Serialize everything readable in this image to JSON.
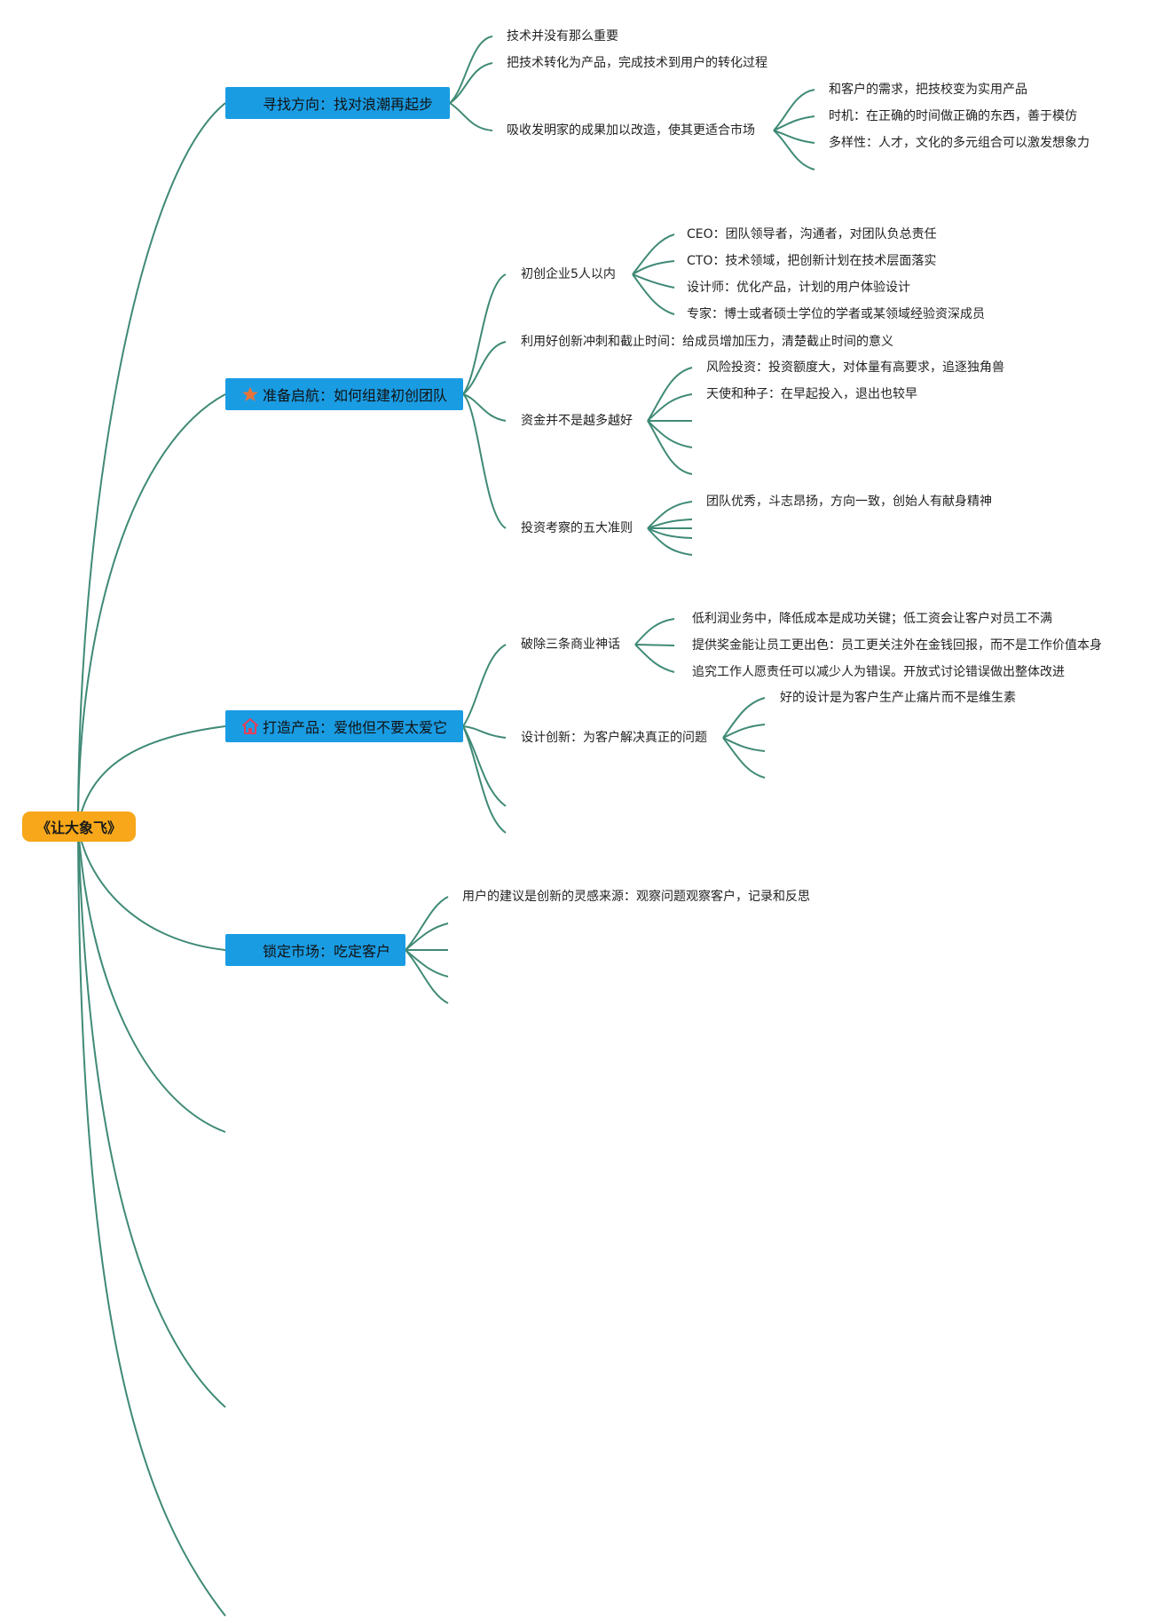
{
  "root": {
    "label": "《让大象飞》"
  },
  "branches": [
    {
      "label": "寻找方向：找对浪潮再起步",
      "icon": ""
    },
    {
      "label": "准备启航：如何组建初创团队",
      "icon": "star-icon"
    },
    {
      "label": "打造产品：爱他但不要太爱它",
      "icon": "home-icon"
    },
    {
      "label": "锁定市场：吃定客户",
      "icon": ""
    }
  ],
  "b1": {
    "items": [
      "技术并没有那么重要",
      "把技术转化为产品，完成技术到用户的转化过程",
      "吸收发明家的成果加以改造，使其更适合市场"
    ],
    "sub": [
      "和客户的需求，把技校变为实用产品",
      "时机：在正确的时间做正确的东西，善于模仿",
      "多样性：人才，文化的多元组合可以激发想象力"
    ]
  },
  "b2": {
    "items": [
      "初创企业5人以内",
      "利用好创新冲刺和截止时间：给成员增加压力，清楚截止时间的意义",
      "资金并不是越多越好",
      "投资考察的五大准则"
    ],
    "team": [
      "CEO：团队领导者，沟通者，对团队负总责任",
      "CTO：技术领域，把创新计划在技术层面落实",
      "设计师：优化产品，计划的用户体验设计",
      "专家：博士或者硕士学位的学者或某领域经验资深成员"
    ],
    "funds": [
      "风险投资：投资额度大，对体量有高要求，追逐独角兽",
      "天使和种子：在早起投入，退出也较早"
    ],
    "criteria": [
      "团队优秀，斗志昂扬，方向一致，创始人有献身精神"
    ]
  },
  "b3": {
    "items": [
      "破除三条商业神话",
      "设计创新：为客户解决真正的问题"
    ],
    "myths": [
      "低利润业务中，降低成本是成功关键；低工资会让客户对员工不满",
      "提供奖金能让员工更出色：员工更关注外在金钱回报，而不是工作价值本身",
      "追究工作人愿责任可以减少人为错误。开放式讨论错误做出整体改进"
    ],
    "design": [
      "好的设计是为客户生产止痛片而不是维生素"
    ]
  },
  "b4": {
    "items": [
      "用户的建议是创新的灵感来源：观察问题观察客户，记录和反思"
    ]
  },
  "colors": {
    "line": "#3f8a76",
    "root_fill": "#f7a719",
    "branch_fill": "#1a9ce3",
    "star": "#e8733a",
    "home": "#e2405a"
  }
}
